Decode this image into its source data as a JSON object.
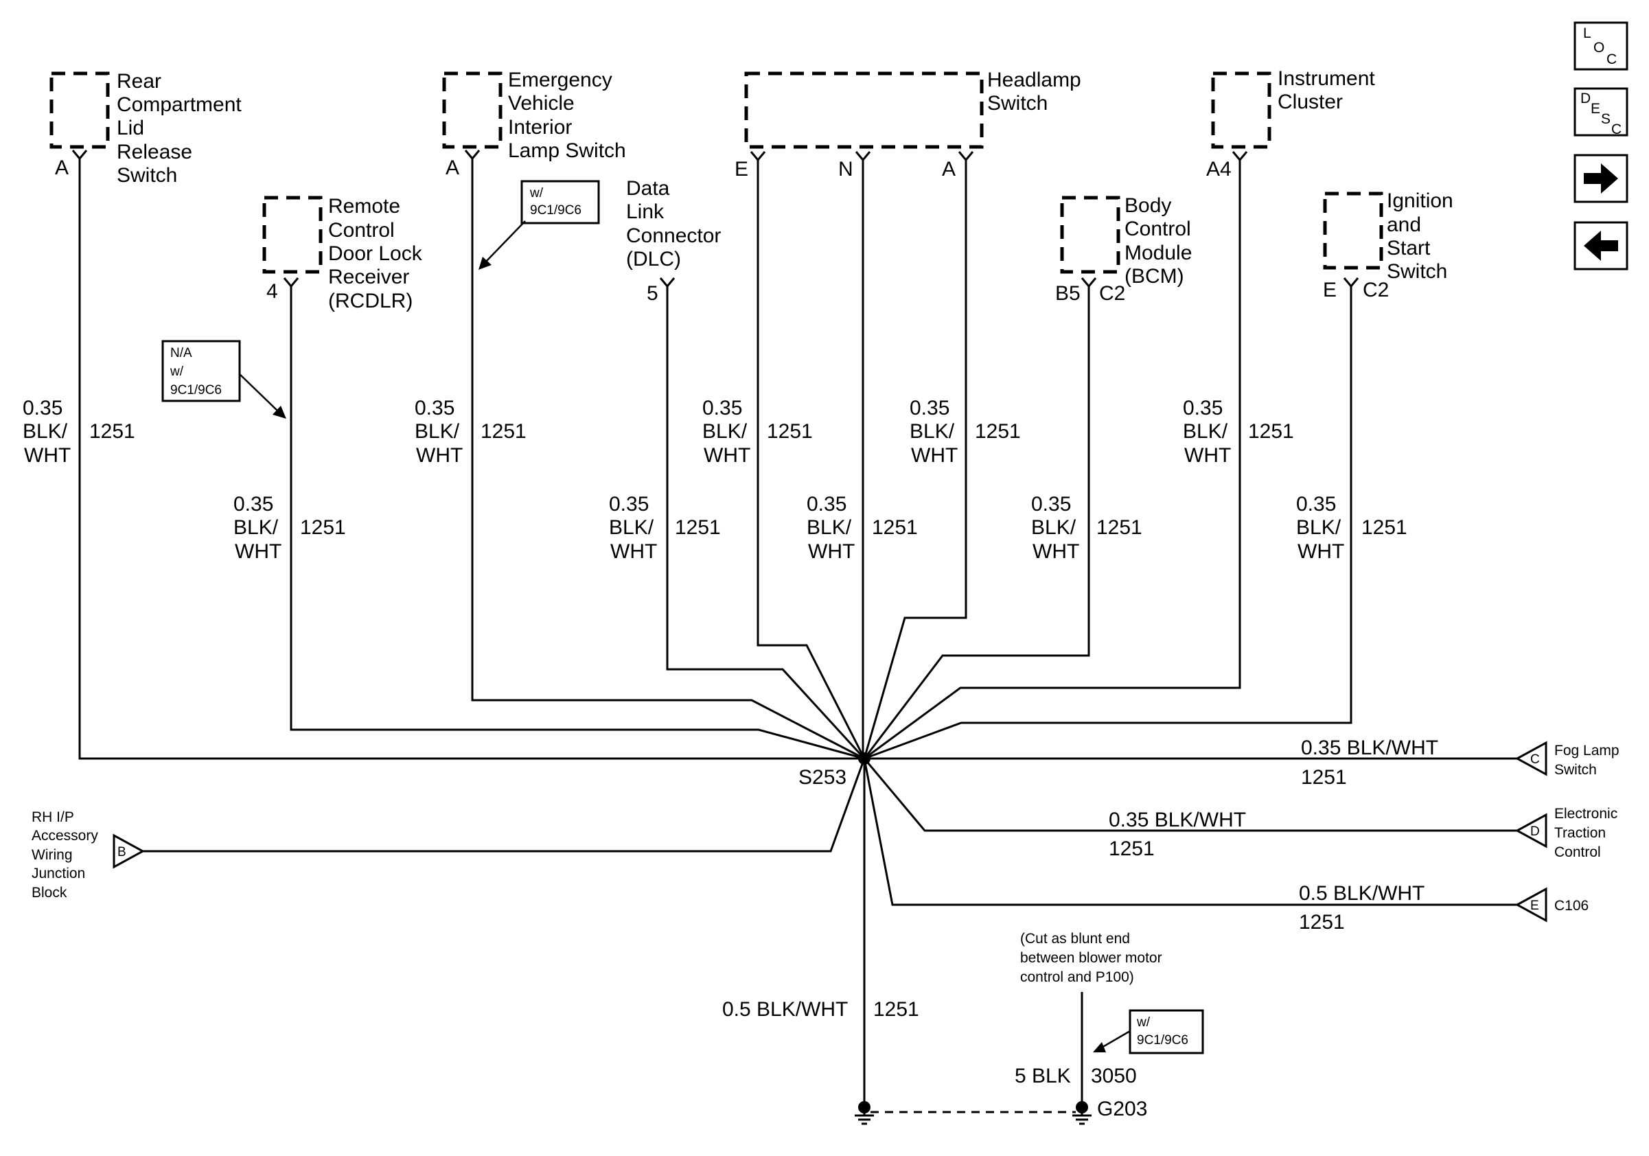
{
  "components": {
    "rear_lid": {
      "lines": [
        "Rear",
        "Compartment",
        "Lid",
        "Release",
        "Switch"
      ],
      "pin": "A"
    },
    "rcdlr": {
      "lines": [
        "Remote",
        "Control",
        "Door Lock",
        "Receiver",
        "(RCDLR)"
      ],
      "pin": "4"
    },
    "emergency": {
      "lines": [
        "Emergency",
        "Vehicle",
        "Interior",
        "Lamp Switch"
      ],
      "pin": "A"
    },
    "dlc": {
      "lines": [
        "Data",
        "Link",
        "Connector",
        "(DLC)"
      ],
      "pin": "5"
    },
    "headlamp": {
      "lines": [
        "Headlamp",
        "Switch"
      ],
      "pins": [
        "E",
        "N",
        "A"
      ]
    },
    "bcm": {
      "lines": [
        "Body",
        "Control",
        "Module",
        "(BCM)"
      ],
      "pin": "B5",
      "connector": "C2"
    },
    "cluster": {
      "lines": [
        "Instrument",
        "Cluster"
      ],
      "pin": "A4"
    },
    "ignition": {
      "lines": [
        "Ignition",
        "and",
        "Start",
        "Switch"
      ],
      "pin": "E",
      "connector": "C2"
    }
  },
  "wire": {
    "size": "0.35",
    "color_top": "BLK/",
    "color_bottom": "WHT",
    "circuit": "1251"
  },
  "notes": {
    "emergency_option": [
      "w/",
      "9C1/9C6"
    ],
    "rcdlr_option": [
      "N/A",
      "w/",
      "9C1/9C6"
    ],
    "ground_option": [
      "w/",
      "9C1/9C6"
    ],
    "cut_note": [
      "(Cut as blunt end",
      "between blower motor",
      "control and P100)"
    ]
  },
  "splice": {
    "label": "S253"
  },
  "right_connectors": [
    {
      "pin": "C",
      "lines": [
        "Fog Lamp",
        "Switch"
      ],
      "wire": "0.35 BLK/WHT",
      "circuit": "1251"
    },
    {
      "pin": "D",
      "lines": [
        "Electronic",
        "Traction",
        "Control"
      ],
      "wire": "0.35 BLK/WHT",
      "circuit": "1251"
    },
    {
      "pin": "E",
      "lines": [
        "C106"
      ],
      "wire": "0.5 BLK/WHT",
      "circuit": "1251"
    }
  ],
  "left_connector": {
    "pin": "B",
    "lines": [
      "RH I/P",
      "Accessory",
      "Wiring",
      "Junction",
      "Block"
    ]
  },
  "ground_wire": {
    "wire": "0.5 BLK/WHT",
    "circuit": "1251"
  },
  "ground_lead": {
    "wire": "5 BLK",
    "circuit": "3050"
  },
  "ground": {
    "label": "G203"
  },
  "nav": {
    "loc": [
      "L",
      "O",
      "C"
    ],
    "desc": [
      "D",
      "E",
      "S",
      "C"
    ],
    "next": "next-arrow",
    "prev": "previous-arrow"
  }
}
